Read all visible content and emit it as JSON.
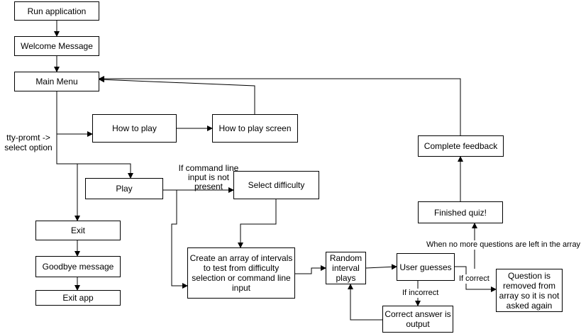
{
  "nodes": {
    "run_app": "Run application",
    "welcome": "Welcome Message",
    "main_menu": "Main Menu",
    "how_to_play": "How to play",
    "how_to_play_screen": "How to play screen",
    "play": "Play",
    "select_difficulty": "Select difficulty",
    "exit": "Exit",
    "goodbye": "Goodbye message",
    "exit_app": "Exit app",
    "create_array": "Create an array of intervals to test from difficulty selection or command line input",
    "random_interval": "Random interval plays",
    "user_guesses": "User guesses",
    "correct_answer": "Correct answer is output",
    "question_removed": "Question is removed from array so it is not asked again",
    "finished_quiz": "Finished quiz!",
    "complete_feedback": "Complete feedback"
  },
  "edge_labels": {
    "tty_prompt": "tty-promt -> select option",
    "no_cmd_input": "If command line input is not present",
    "if_incorrect": "If incorrect",
    "if_correct": "If correct",
    "no_more_questions": "When no more questions are left in the array"
  },
  "colors": {
    "stroke": "#000000",
    "fill": "#ffffff"
  }
}
